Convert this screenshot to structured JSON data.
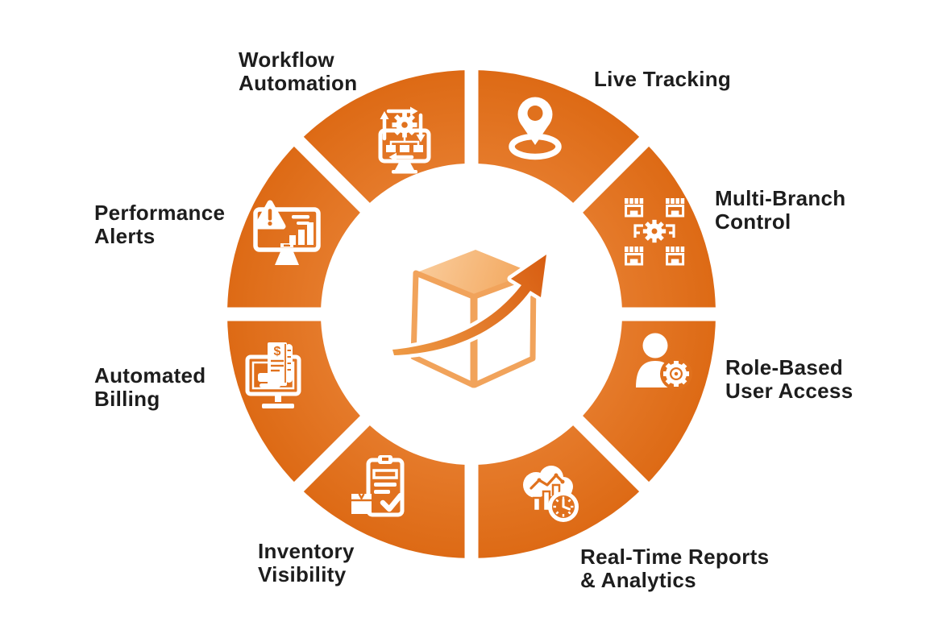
{
  "figure": {
    "type": "circular-feature-diagram",
    "colors": {
      "background": "#FFFFFF",
      "ring_inner": "#E57A2A",
      "ring_outer": "#DD6A15",
      "ring_flat": "#E0711D",
      "divider": "#FFFFFF",
      "icon": "#FFFFFF",
      "label_text": "#1D1D1D",
      "cube_outline": "#F1A35B",
      "cube_top_light": "#FACE9F",
      "cube_top_dark": "#F2A458",
      "arrow_light": "#EE9944",
      "arrow_dark": "#D85E12"
    },
    "center": {
      "icon": "box-with-growth-arrow-logo"
    },
    "segments": [
      {
        "id": "workflow-automation",
        "label": "Workflow\nAutomation",
        "icon": "workflow-automation-icon",
        "position": "top-left"
      },
      {
        "id": "live-tracking",
        "label": "Live Tracking",
        "icon": "live-tracking-icon",
        "position": "top-right"
      },
      {
        "id": "multi-branch-control",
        "label": "Multi-Branch\nControl",
        "icon": "multi-branch-control-icon",
        "position": "right-upper"
      },
      {
        "id": "role-based-user-access",
        "label": "Role-Based\nUser Access",
        "icon": "role-based-user-access-icon",
        "position": "right-lower"
      },
      {
        "id": "real-time-reports-analytics",
        "label": "Real-Time Reports\n& Analytics",
        "icon": "real-time-reports-analytics-icon",
        "position": "bottom-right"
      },
      {
        "id": "inventory-visibility",
        "label": "Inventory\nVisibility",
        "icon": "inventory-visibility-icon",
        "position": "bottom-left"
      },
      {
        "id": "automated-billing",
        "label": "Automated\nBilling",
        "icon": "automated-billing-icon",
        "position": "left-lower"
      },
      {
        "id": "performance-alerts",
        "label": "Performance\nAlerts",
        "icon": "performance-alerts-icon",
        "position": "left-upper"
      }
    ]
  }
}
